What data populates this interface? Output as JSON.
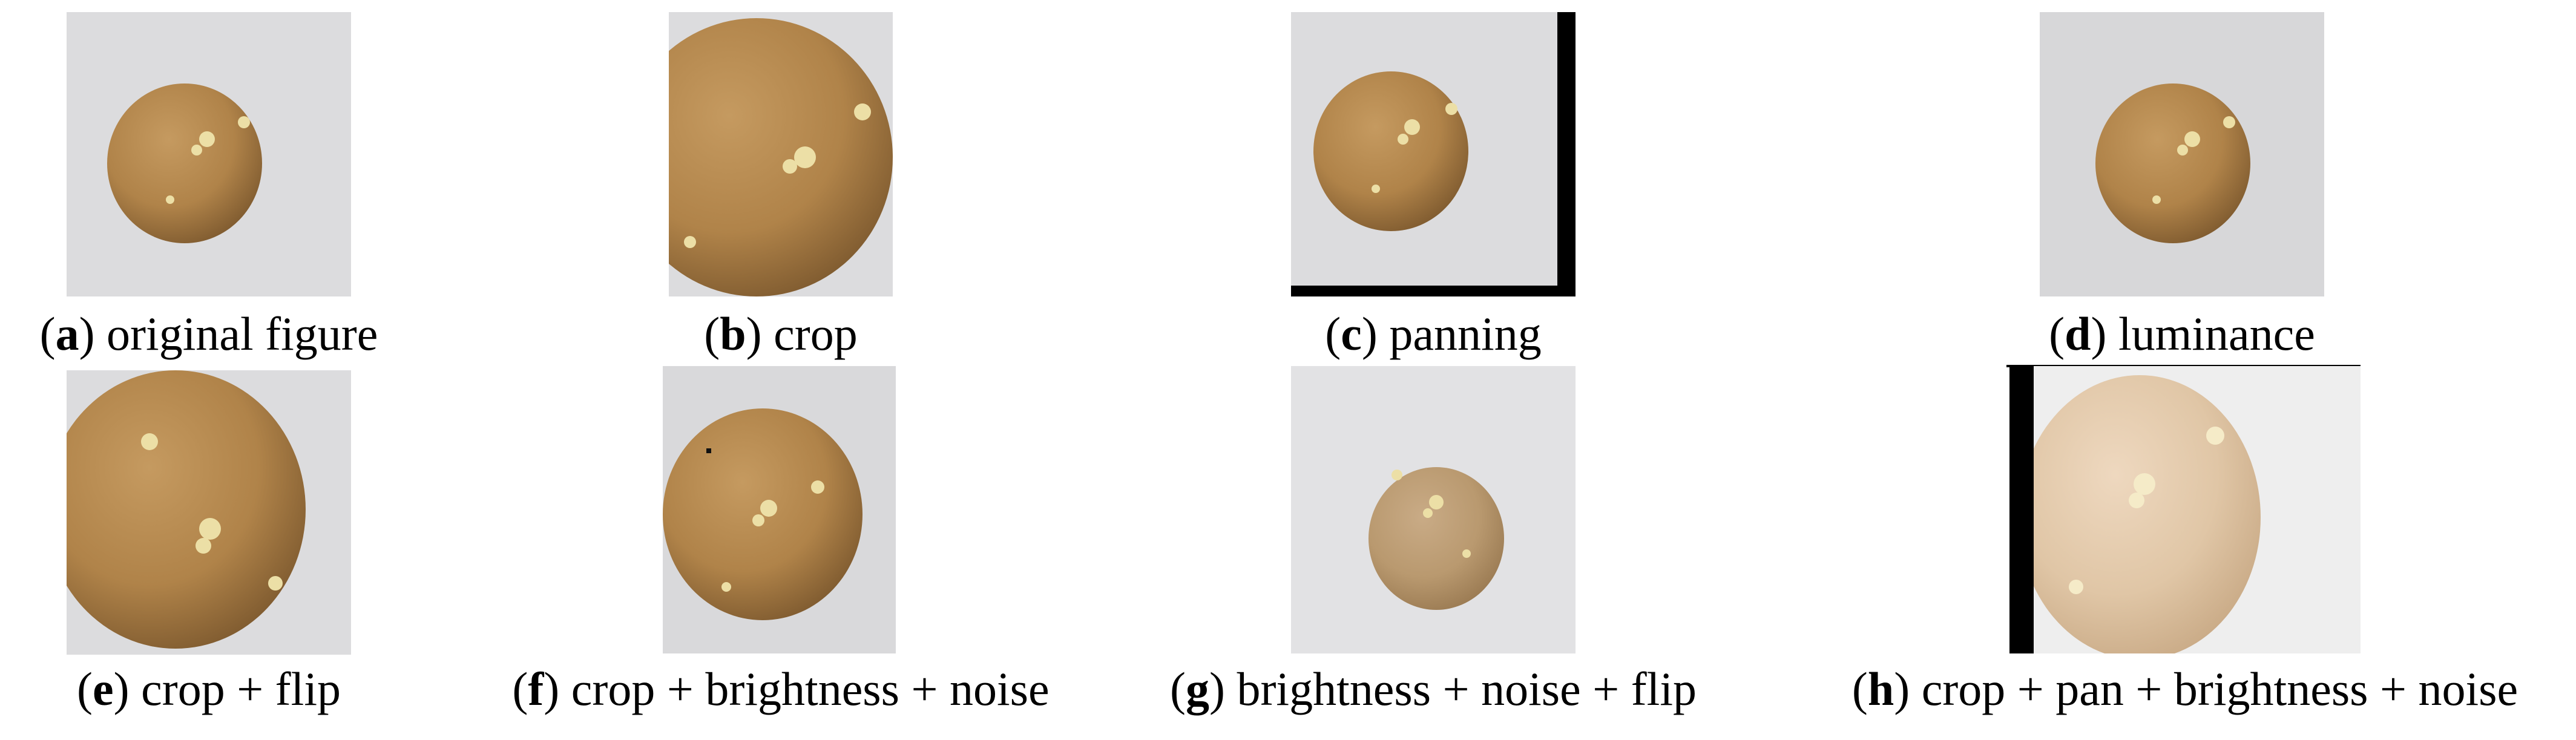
{
  "panels": [
    {
      "letter": "a",
      "caption": "original figure"
    },
    {
      "letter": "b",
      "caption": "crop"
    },
    {
      "letter": "c",
      "caption": "panning"
    },
    {
      "letter": "d",
      "caption": "luminance"
    },
    {
      "letter": "e",
      "caption": "crop + flip"
    },
    {
      "letter": "f",
      "caption": "crop + brightness + noise"
    },
    {
      "letter": "g",
      "caption": "brightness + noise + flip"
    },
    {
      "letter": "h",
      "caption": "crop + pan + brightness + noise"
    }
  ],
  "colors": {
    "background": "#dcdcde",
    "potato": "#b58a52",
    "potato_dark": "#7e5a2f",
    "sprout": "#ecdfa6",
    "pan_bar": "#000000",
    "bright_background": "#eeeeee",
    "bright_potato": "#dbc0a0"
  }
}
